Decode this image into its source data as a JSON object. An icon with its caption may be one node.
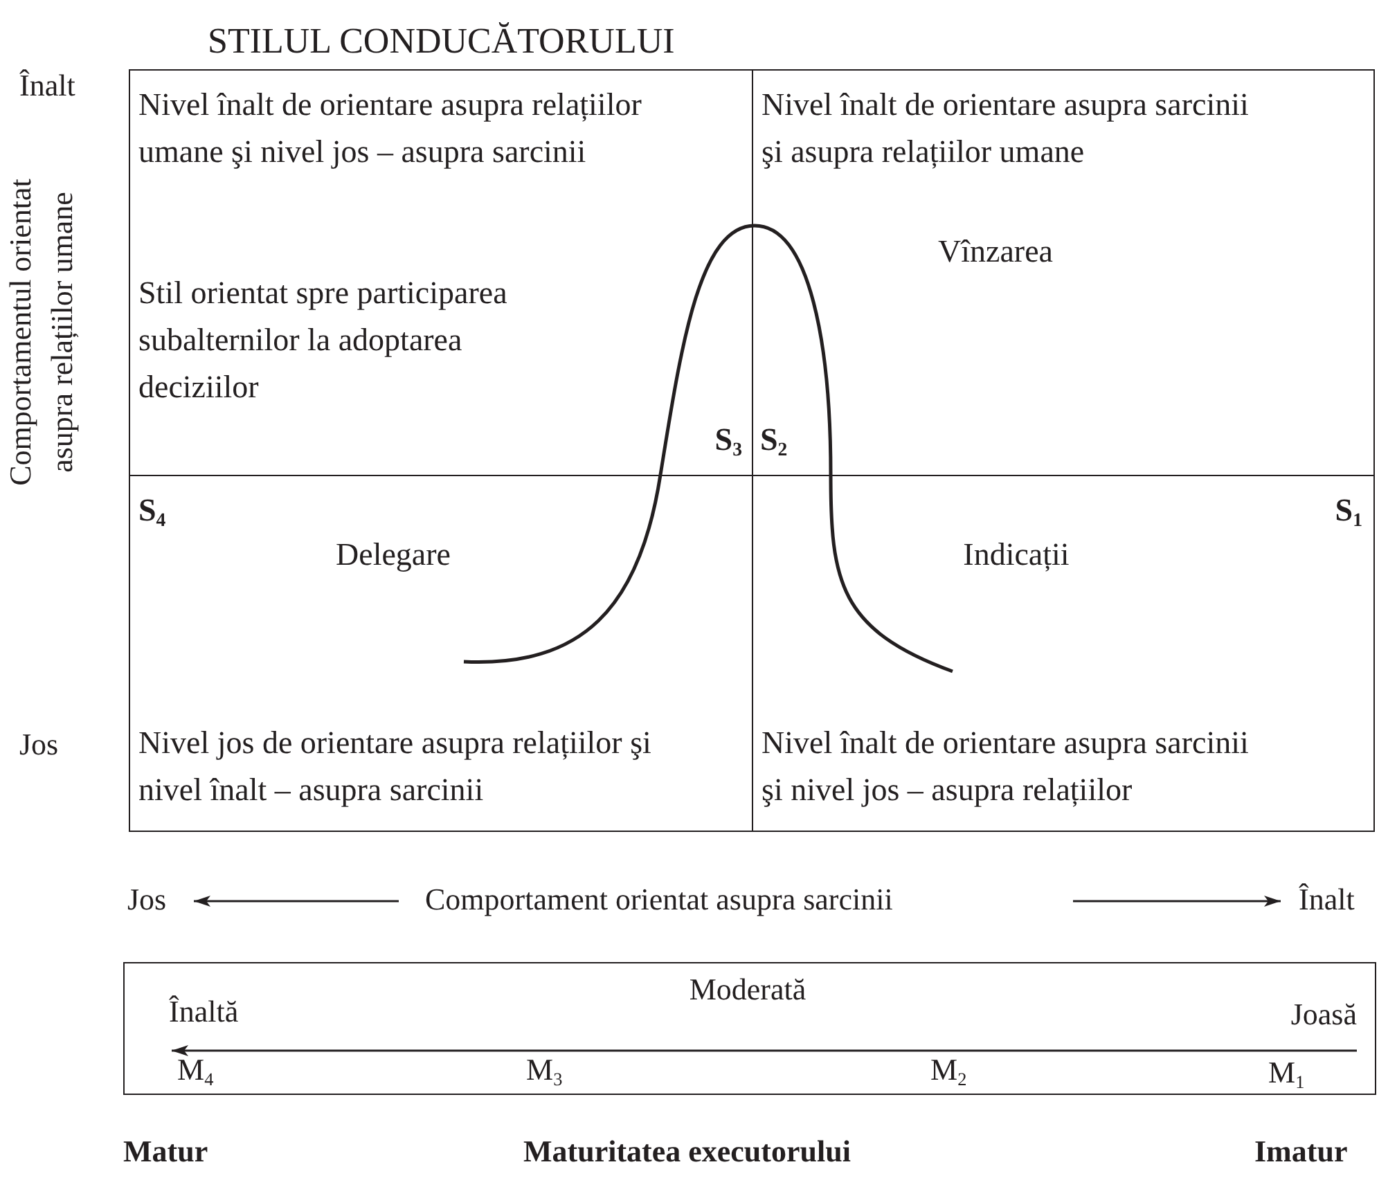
{
  "diagram": {
    "title": "STILUL CONDUCĂTORULUI",
    "nodes": [
      {
        "text": [
          "Nivel înalt de orientare asupra relațiilor umane şi nivel jos – asupra sarcinii",
          "Stil orientat spre participarea subalternilor la adoptarea deciziilor",
          "S$_{3}$"
        ]
      },
      {
        "text": [
          "Nivel înalt de orientare asupra sarcinii şi asupra relațiilor umane",
          "Vînzarea",
          "S$_{2}$"
        ]
      },
      {
        "text": [
          "S$_{4}$",
          "Delegare",
          "Nivel jos de orientare asupra relațiilor şi nivel înalt – asupra sarcinii"
        ]
      },
      {
        "text": [
          "S$_{1}$",
          "Indicații",
          "Nivel înalt de orientare asupra sarcinii şi nivel jos – asupra relațiilor"
        ]
      },
      {
        "text": [
          "Moderată",
          "Înaltă",
          "Joasă",
          "M$_{4}$",
          "M$_{3}$",
          "M$_{2}$",
          "M$_{1}$"
        ]
      }
    ],
    "edges": [],
    "labels": [
      "Înalt",
      "Comportamentul orientat asupra relațiilor umane",
      "Jos",
      "Jos",
      "Comportament orientat asupra sarcinii",
      "Înalt",
      "Matur",
      "Maturitatea executorului",
      "Imatur"
    ]
  }
}
